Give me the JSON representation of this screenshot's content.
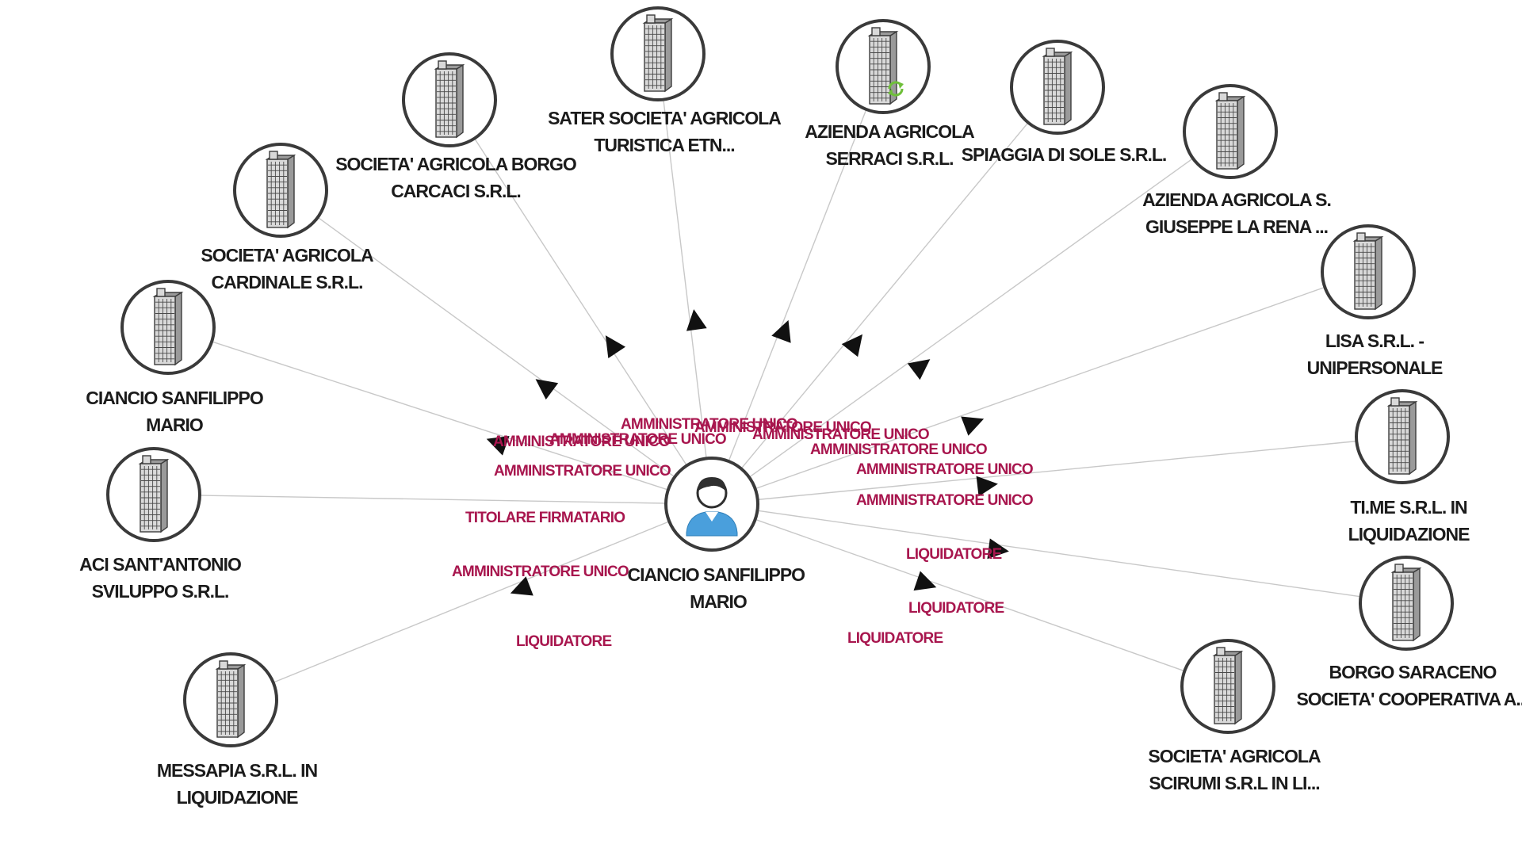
{
  "graph": {
    "center": {
      "name": [
        "CIANCIO SANFILIPPO",
        "MARIO"
      ],
      "icon": "person-avatar-icon",
      "colors": {
        "hair": "#2f2f2f",
        "skin": "#ffffff",
        "shirt": "#4a9fdc"
      }
    },
    "node_icon": "building-icon",
    "colors": {
      "label": "#a8164e",
      "edge": "#c8c8c8",
      "arrow": "#111111",
      "ring": "#3a3a3a",
      "badge": "#6fbf3a"
    },
    "nodes": [
      {
        "id": "n1",
        "name": [
          "SATER SOCIETA' AGRICOLA",
          "TURISTICA ETN..."
        ],
        "relation": "AMMINISTRATORE UNICO",
        "badge": null
      },
      {
        "id": "n2",
        "name": [
          "AZIENDA AGRICOLA",
          "SERRACI S.R.L."
        ],
        "relation": "AMMINISTRATORE UNICO",
        "badge": "sync-icon"
      },
      {
        "id": "n3",
        "name": [
          "SOCIETA' AGRICOLA BORGO",
          "CARCACI S.R.L."
        ],
        "relation": "AMMINISTRATORE UNICO",
        "badge": null
      },
      {
        "id": "n4",
        "name": [
          "SPIAGGIA DI SOLE S.R.L."
        ],
        "relation": "AMMINISTRATORE UNICO",
        "badge": null
      },
      {
        "id": "n5",
        "name": [
          "SOCIETA' AGRICOLA",
          "CARDINALE S.R.L."
        ],
        "relation": "AMMINISTRATORE UNICO",
        "badge": null
      },
      {
        "id": "n6",
        "name": [
          "AZIENDA AGRICOLA S.",
          "GIUSEPPE LA RENA ..."
        ],
        "relation": "AMMINISTRATORE UNICO",
        "badge": null
      },
      {
        "id": "n7",
        "name": [
          "CIANCIO SANFILIPPO",
          "MARIO"
        ],
        "relation": "AMMINISTRATORE UNICO",
        "badge": null
      },
      {
        "id": "n8",
        "name": [
          "LISA S.R.L. -",
          "UNIPERSONALE"
        ],
        "relation": "AMMINISTRATORE UNICO",
        "badge": null
      },
      {
        "id": "n9",
        "name": [
          "ACI SANT'ANTONIO",
          "SVILUPPO S.R.L."
        ],
        "relation": "TITOLARE FIRMATARIO",
        "badge": null
      },
      {
        "id": "n10",
        "name": [
          "TI.ME S.R.L. IN",
          "LIQUIDAZIONE"
        ],
        "relation": "AMMINISTRATORE UNICO",
        "badge": null
      },
      {
        "id": "n11",
        "name": [
          "MESSAPIA S.R.L. IN",
          "LIQUIDAZIONE"
        ],
        "relation": "AMMINISTRATORE UNICO",
        "badge": null
      },
      {
        "id": "n12",
        "name": [
          "BORGO SARACENO",
          "SOCIETA' COOPERATIVA A..."
        ],
        "relation": "LIQUIDATORE",
        "badge": null
      },
      {
        "id": "n13",
        "name": [
          "SOCIETA' AGRICOLA",
          "SCIRUMI S.R.L IN LI..."
        ],
        "relation": "LIQUIDATORE",
        "badge": null
      }
    ],
    "extra_labels": [
      "LIQUIDATORE",
      "LIQUIDATORE"
    ]
  }
}
